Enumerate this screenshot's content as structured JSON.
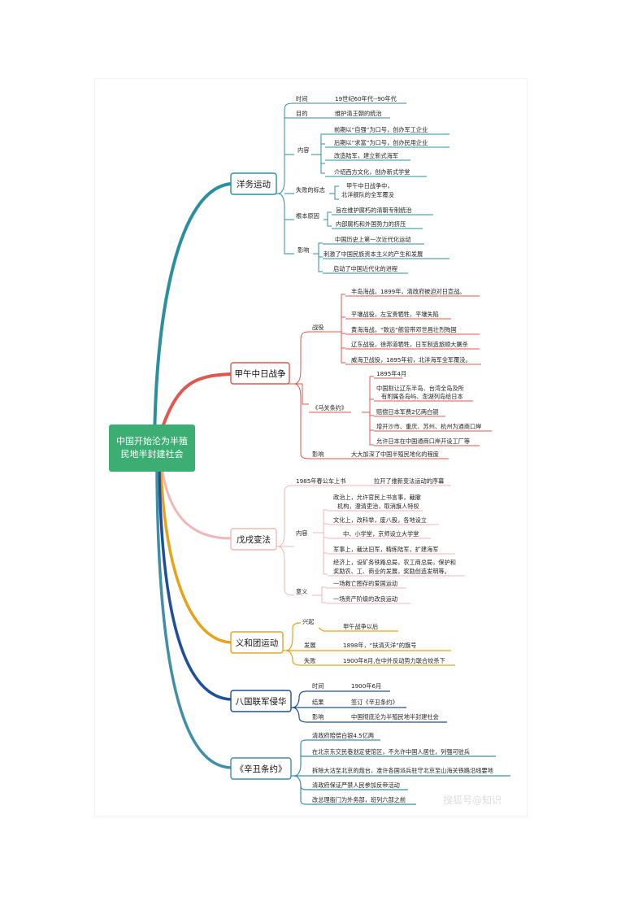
{
  "root": {
    "line1": "中国开始沦为半殖",
    "line2": "民地半封建社会"
  },
  "branches": {
    "yangwu": {
      "label": "洋务运动",
      "l1": [
        "时间",
        "目的",
        "内容",
        "失败的标志",
        "根本原因",
        "影响"
      ],
      "time": "19世纪60年代--90年代",
      "purpose": "维护清王朝的统治",
      "content": [
        "前期以“自强”为口号，创办军工企业",
        "后期以“求富”为口号，创办民用企业",
        "改造陆军，建立新式海军",
        "介绍西方文化，创办新式学堂"
      ],
      "failure": [
        "甲午中日战争中，",
        "北洋舰队的全军覆没"
      ],
      "cause": [
        "旨在维护腐朽的清朝专制统治",
        "内部腐朽和外国势力的挤压"
      ],
      "impact": [
        "中国历史上第一次近代化运动",
        "刺激了中国民族资本主义的产生和发展",
        "启动了中国近代化的进程"
      ]
    },
    "jiawu": {
      "label": "甲午中日战争",
      "l1": [
        "战役",
        "《马关条约》",
        "影响"
      ],
      "battles": [
        "丰岛海战，1899年，清政府被迫对日宣战。",
        "平壤战役，左宝贵牺牲，平壤失陷",
        "黄海海战，“致远”舰管带邓世昌壮烈殉国",
        "辽东战役，徐邦道牺牲，日军制造旅顺大屠杀",
        "威海卫战役，1895年初，北洋海军全军覆没。"
      ],
      "treaty": [
        "1895年4月",
        "中国割让辽东半岛、台湾全岛及所",
        "有附属各岛屿、澎湖列岛给日本",
        "赔偿日本军费2亿两白银",
        "增开沙市、重庆、苏州、杭州为通商口岸",
        "允许日本在中国通商口岸开设工厂等"
      ],
      "impact": "大大加深了中国半殖民地化的程度"
    },
    "wuxu": {
      "label": "戊戌变法",
      "l1": [
        "1985年春公车上书",
        "内容",
        "意义"
      ],
      "start": "拉开了维新变法运动的序幕",
      "content": [
        "政治上，允许官民上书言事，裁撤",
        "机构，澄清吏治，取消旗人特权",
        "文化上，改科举，废八股，各地设立",
        "中、小学堂，京师设立大学堂",
        "军事上，裁汰旧军，精练陆军，扩建海军",
        "经济上，设矿务铁路总局，农工商总局，保护和",
        "奖励农、工、商业的发展，奖励创造发明等。"
      ],
      "meaning": [
        "一场救亡图存的爱国运动",
        "一场资产阶级的改良运动"
      ]
    },
    "yihe": {
      "label": "义和团运动",
      "l1": [
        "兴起",
        "发展",
        "失败"
      ],
      "values": [
        "甲午战争以后",
        "1898年，“扶清灭洋”的旗号",
        "1900年8月,在中外反动势力联合绞杀下"
      ]
    },
    "baguo": {
      "label": "八国联军侵华",
      "l1": [
        "时间",
        "结果",
        "影响"
      ],
      "values": [
        "1900年6月",
        "签订《辛丑条约》",
        "中国彻底沦为半殖民地半封建社会"
      ]
    },
    "xinchou": {
      "label": "《辛丑条约》",
      "items": [
        "清政府赔偿白银4.5亿两",
        "在北京东交民巷划定使馆区，不允许中国人居住，列强可驻兵",
        "拆除大沽至北京的炮台，准许各国派兵驻守北京至山海关铁路沿线要地",
        "清政府保证严禁人民参加反帝活动",
        "改总理衙门为外务部，班列六部之前"
      ]
    }
  },
  "watermark": "搜狐号@知识",
  "colors": {
    "yangwu": "#2b8fa0",
    "jiawu": "#e0574f",
    "wuxu": "#f2b6b6",
    "yihe": "#e8a21a",
    "baguo": "#1f4f9a",
    "xinchou": "#3f8fa8",
    "root": "#3cae74"
  }
}
